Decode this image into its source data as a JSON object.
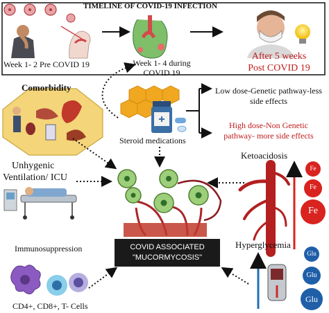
{
  "timeline": {
    "title": "TIMELINE OF COVID-19 INFECTION",
    "stage1": "Week  1- 2 Pre COVID 19",
    "stage2_line1": "Week  1- 4 during",
    "stage2_line2": "COVID 19",
    "stage3_line1": "After 5 weeks",
    "stage3_line2": "Post COVID 19"
  },
  "factors": {
    "comorbidity": "Comorbidity",
    "ventilation_line1": "Unhygenic",
    "ventilation_line2": "Ventilation/ ICU",
    "immunosuppression": "Immunosuppression",
    "cells": "CD4+, CD8+, T- Cells",
    "steroids": "Steroid medications",
    "low_dose_line1": "Low dose-Genetic pathway-less",
    "low_dose_line2": "side effects",
    "high_dose_line1": "High dose-Non Genetic",
    "high_dose_line2": "pathway- more  side effects",
    "ketoacidosis": "Ketoacidosis",
    "hyperglycemia": "Hyperglycemia"
  },
  "center_box": {
    "line1": "COVID ASSOCIATED",
    "line2": "\"MUCORMYCOSIS\""
  },
  "iron_labels": [
    "Fe",
    "Fe",
    "Fe"
  ],
  "glucose_labels": [
    "Glu",
    "Glu",
    "Glu"
  ],
  "colors": {
    "red_text": "#c0191b",
    "center_box": "#1a1a1a",
    "octagon": "#f4d57a",
    "hexagon": "#f0a820",
    "blood": "#b3201f",
    "arrow_up_blue": "#1f6fb5",
    "glucose_circle": "#1f5fa8",
    "iron_circle": "#d8231f"
  }
}
